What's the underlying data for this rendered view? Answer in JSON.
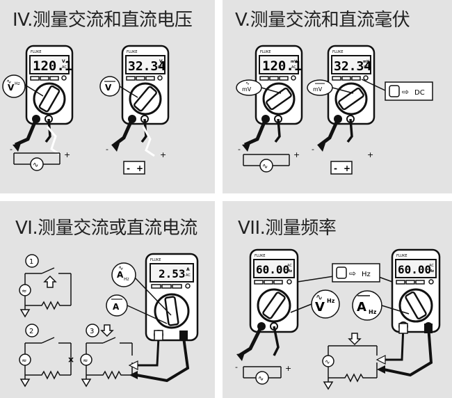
{
  "panels": {
    "iv": {
      "title": "IV.测量交流和直流电压"
    },
    "v": {
      "title": "V.测量交流和直流毫伏"
    },
    "vi": {
      "title": "VI.测量交流或直流电流"
    },
    "vii": {
      "title": "VII.测量频率"
    }
  },
  "meters": {
    "iv_ac": {
      "brand": "FLUKE",
      "reading": "120.1",
      "unit": "V",
      "mode": "AC",
      "dial_symbol": "V",
      "dial_sub": "Hz"
    },
    "iv_dc": {
      "brand": "FLUKE",
      "reading": "32.34",
      "unit": "V",
      "mode": "DC",
      "dial_symbol": "V"
    },
    "v_ac": {
      "brand": "FLUKE",
      "reading": "120.1",
      "unit": "mV",
      "mode": "AC",
      "dial_symbol": "mV"
    },
    "v_dc": {
      "brand": "FLUKE",
      "reading": "32.34",
      "unit": "mV",
      "mode": "DC",
      "dial_symbol": "mV"
    },
    "vi_main": {
      "brand": "FLUKE",
      "reading": "2.53",
      "unit": "A",
      "mode": "AC"
    },
    "vii_a": {
      "brand": "FLUKE",
      "reading": "60.00",
      "unit": "Hz",
      "mode": "AC"
    },
    "vii_b": {
      "brand": "FLUKE",
      "reading": "60.00",
      "unit": "Hz",
      "mode": "AC"
    }
  },
  "callouts": {
    "dc_button": "DC",
    "hz_button": "Hz",
    "ahz_top": "A",
    "ahz_sub": "Hz",
    "a_dc": "A",
    "vhz_sym": "V",
    "vhz_sub": "Hz",
    "ahz2_sym": "A",
    "ahz2_sub": "Hz"
  },
  "steps": [
    "1",
    "2",
    "3"
  ],
  "symbols": {
    "plus": "+",
    "minus": "-",
    "break": "×"
  }
}
